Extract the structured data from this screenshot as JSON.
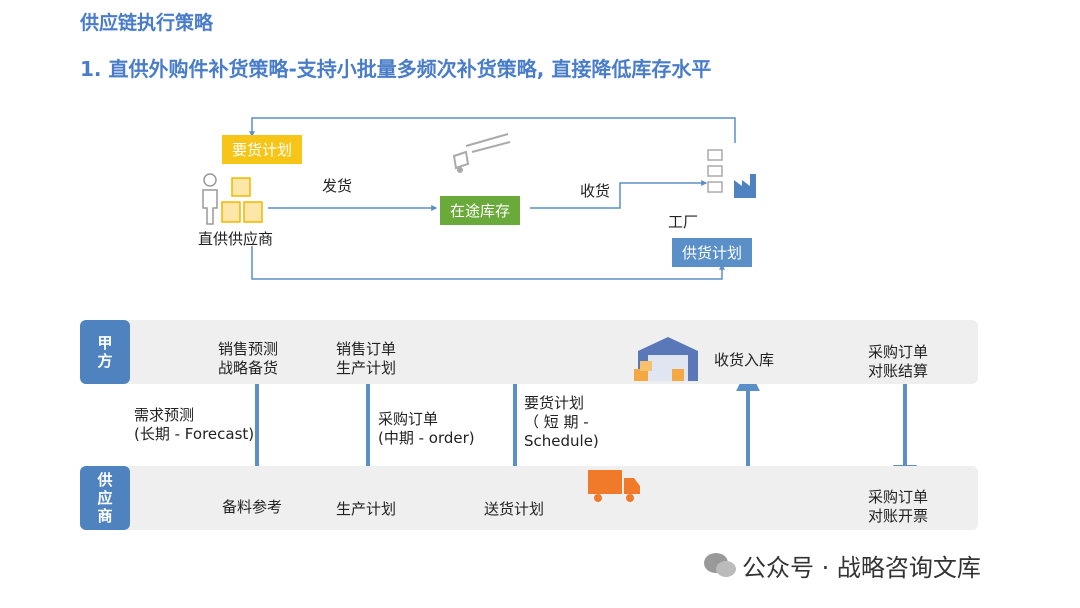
{
  "header": "供应链执行策略",
  "title": "1. 直供外购件补货策略-支持小批量多频次补货策略, 直接降低库存水平",
  "top_flow": {
    "demand_plan": "要货计划",
    "ship": "发货",
    "in_transit": "在途库存",
    "receive": "收货",
    "factory": "工厂",
    "supply_plan": "供货计划",
    "supplier": "直供供应商"
  },
  "lanes": {
    "party_a": "甲方",
    "supplier": "供应商"
  },
  "nodes": {
    "forecast": [
      "销售预测",
      "战略备货"
    ],
    "sales_order": [
      "销售订单",
      "生产计划"
    ],
    "receipt": "收货入库",
    "po_settle": [
      "采购订单",
      "对账结算"
    ],
    "material_prep": "备料参考",
    "production_plan": "生产计划",
    "delivery_plan": "送货计划",
    "po_invoice": [
      "采购订单",
      "对账开票"
    ]
  },
  "edge_labels": {
    "demand_forecast": [
      "需求预测",
      "(长期 - Forecast)"
    ],
    "purchase_order": [
      "采购订单",
      "(中期 - order)"
    ],
    "schedule": [
      "要货计划",
      "（ 短 期 -",
      "Schedule)"
    ]
  },
  "colors": {
    "title": "#4a7dc9",
    "arrow": "#5a8fc8",
    "demand_plan": "#f7c518",
    "in_transit": "#6aaa3a",
    "supply_plan": "#5a8fc8",
    "lane_tag": "#4f83c0",
    "truck": "#f07a2a"
  },
  "watermark": "公众号 · 战略咨询文库"
}
